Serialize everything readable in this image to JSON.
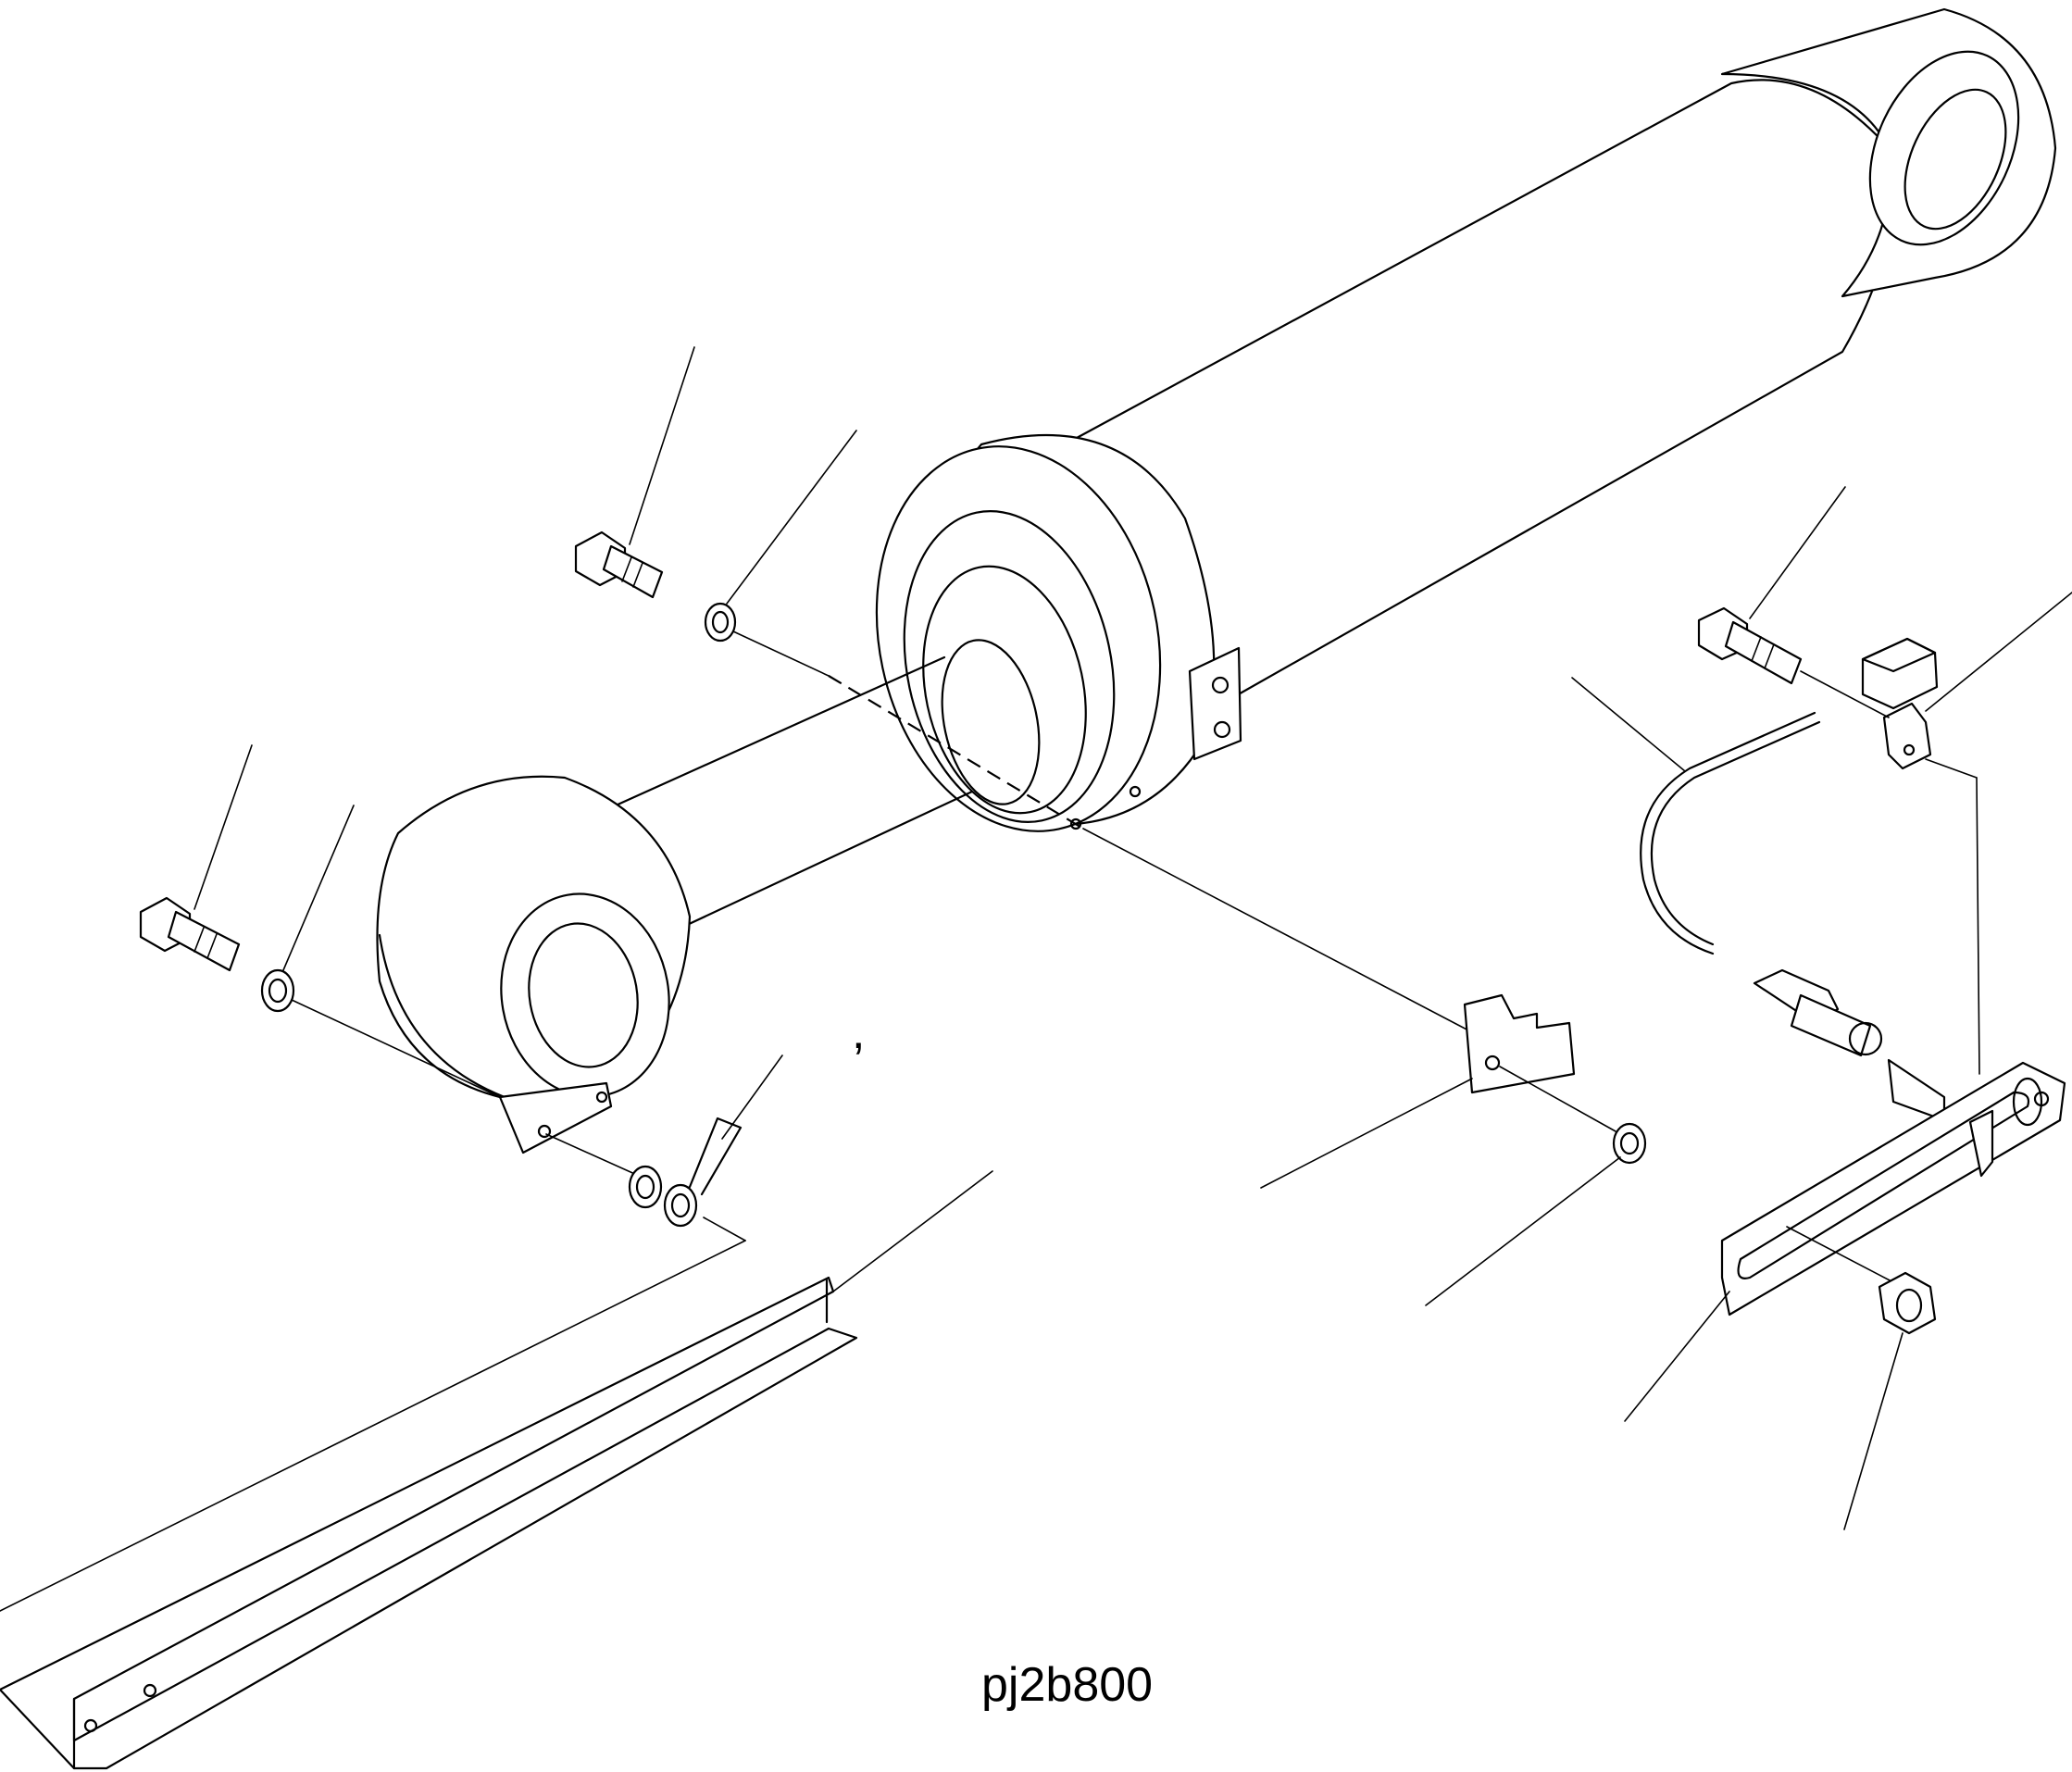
{
  "figure": {
    "drawing_code": "pj2b800",
    "stray_mark": ","
  },
  "parts": [
    {
      "name": "hydraulic-cylinder",
      "icon": "cylinder-icon"
    },
    {
      "name": "cylinder-bolt-upper",
      "icon": "bolt-icon"
    },
    {
      "name": "cylinder-washer-upper",
      "icon": "washer-icon"
    },
    {
      "name": "cylinder-bolt-lower",
      "icon": "bolt-icon"
    },
    {
      "name": "cylinder-washer-lower",
      "icon": "washer-icon"
    },
    {
      "name": "angle-bar",
      "icon": "angle-bar-icon"
    },
    {
      "name": "plate",
      "icon": "plate-icon"
    },
    {
      "name": "sensor-harness",
      "icon": "harness-icon"
    },
    {
      "name": "slotted-bracket",
      "icon": "bracket-icon"
    },
    {
      "name": "nut",
      "icon": "nut-icon"
    }
  ],
  "colors": {
    "line": "#000000",
    "background": "#ffffff"
  }
}
